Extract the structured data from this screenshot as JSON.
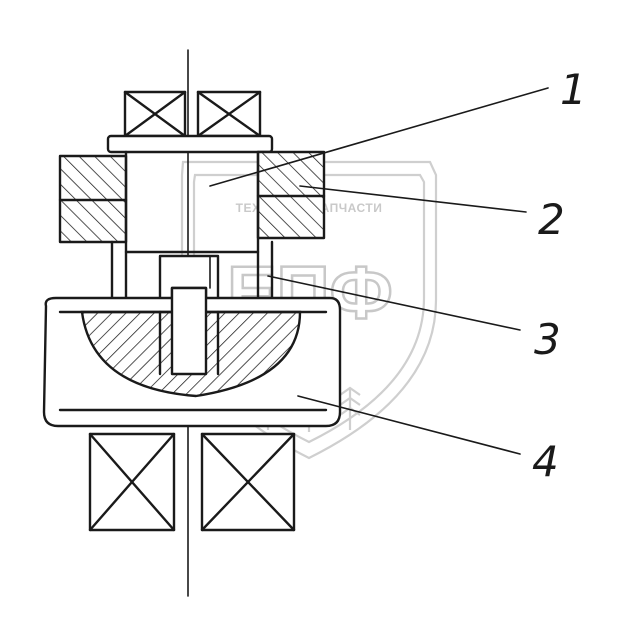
{
  "callouts": [
    {
      "label": "1"
    },
    {
      "label": "2"
    },
    {
      "label": "3"
    },
    {
      "label": "4"
    }
  ],
  "watermark": {
    "top_text": "ТЕХНИКА И ЗАПЧАСТИ",
    "logo_text": "ЕПФ"
  },
  "colors": {
    "ink": "#1a1a1a",
    "watermark": "#c8c8c8",
    "background": "#ffffff"
  }
}
